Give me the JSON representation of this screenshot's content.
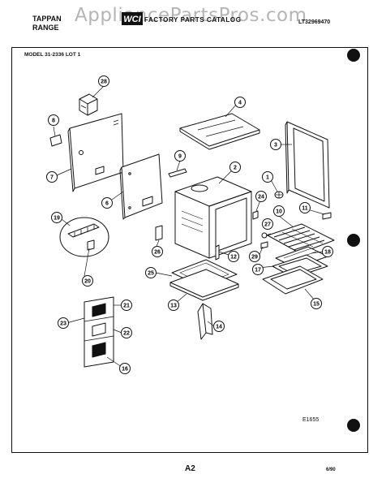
{
  "watermark": "AppliancePartsPros.com",
  "header": {
    "brand_line1": "TAPPAN",
    "brand_line2": "RANGE",
    "catalog_title": "FACTORY PARTS CATALOG",
    "catalog_number": "LT32969470"
  },
  "model_line": "MODEL 31-2336 LOT 1",
  "illustration_code": "E1655",
  "page_number": "A2",
  "date_code": "6/90",
  "callouts": [
    "1",
    "2",
    "3",
    "4",
    "6",
    "7",
    "8",
    "9",
    "10",
    "11",
    "12",
    "13",
    "14",
    "15",
    "16",
    "17",
    "18",
    "19",
    "20",
    "21",
    "22",
    "23",
    "24",
    "25",
    "26",
    "27",
    "28",
    "29"
  ]
}
